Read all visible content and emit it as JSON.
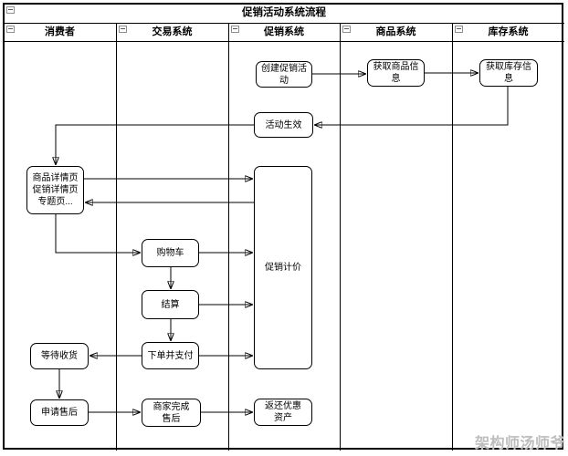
{
  "title": "促销活动系统流程",
  "lanes": [
    {
      "label": "消费者"
    },
    {
      "label": "交易系统"
    },
    {
      "label": "促销系统"
    },
    {
      "label": "商品系统"
    },
    {
      "label": "库存系统"
    }
  ],
  "nodes": {
    "create_promo": "创建促销活动",
    "get_product_info": "获取商品信息",
    "get_stock_info": "获取库存信息",
    "activity_live": "活动生效",
    "detail_pages": "商品详情页\n促销详情页\n专题页...",
    "promo_pricing": "促销计价",
    "cart": "购物车",
    "checkout": "结算",
    "order_pay": "下单并支付",
    "wait_delivery": "等待收货",
    "apply_after_sales": "申请售后",
    "merchant_complete": "商家完成售后",
    "return_assets": "返还优惠资产"
  },
  "edges": [
    {
      "from": "创建促销活动",
      "to": "获取商品信息"
    },
    {
      "from": "获取商品信息",
      "to": "获取库存信息"
    },
    {
      "from": "获取库存信息",
      "to": "活动生效"
    },
    {
      "from": "活动生效",
      "to": "商品详情页促销详情页专题页..."
    },
    {
      "from": "商品详情页促销详情页专题页...",
      "to": "促销计价"
    },
    {
      "from": "促销计价",
      "to": "商品详情页促销详情页专题页..."
    },
    {
      "from": "商品详情页促销详情页专题页...",
      "to": "购物车"
    },
    {
      "from": "购物车",
      "to": "促销计价"
    },
    {
      "from": "购物车",
      "to": "结算"
    },
    {
      "from": "结算",
      "to": "促销计价"
    },
    {
      "from": "结算",
      "to": "下单并支付"
    },
    {
      "from": "下单并支付",
      "to": "促销计价"
    },
    {
      "from": "下单并支付",
      "to": "等待收货"
    },
    {
      "from": "等待收货",
      "to": "申请售后"
    },
    {
      "from": "申请售后",
      "to": "商家完成售后"
    },
    {
      "from": "商家完成售后",
      "to": "返还优惠资产"
    }
  ],
  "watermark": "架构师汤师爷",
  "colors": {
    "line": "#000000",
    "node_fill": "#ffffff",
    "watermark": "#bdbdbd"
  }
}
